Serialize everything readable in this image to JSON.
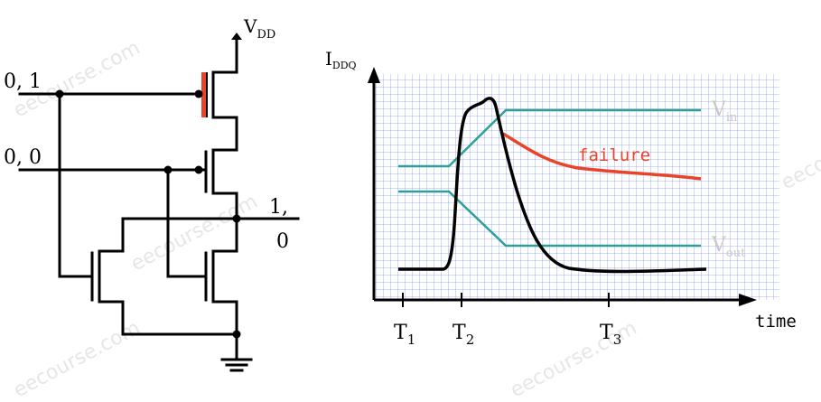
{
  "circuit": {
    "vdd_main": "V",
    "vdd_sub": "DD",
    "input_a": "0, 1",
    "input_b": "0, 0",
    "output_top": "1,",
    "output_bottom": "0"
  },
  "graph": {
    "y_label_main": "I",
    "y_label_sub": "DDQ",
    "x_label": "time",
    "ticks": [
      {
        "main": "T",
        "sub": "1"
      },
      {
        "main": "T",
        "sub": "2"
      },
      {
        "main": "T",
        "sub": "3"
      }
    ],
    "vin_main": "V",
    "vin_sub": "in",
    "vout_main": "V",
    "vout_sub": "out",
    "failure_label": "failure"
  },
  "watermark": "eecourse.com",
  "colors": {
    "grid": "#8aa4e8",
    "signal": "#2e9e9a",
    "failure": "#e8442a",
    "current": "#000000",
    "pmos_fault": "#e8442a"
  }
}
